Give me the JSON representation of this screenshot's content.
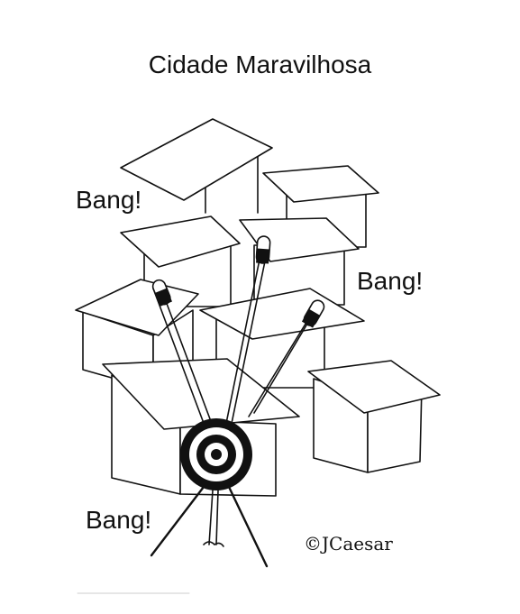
{
  "cartoon": {
    "title": "Cidade Maravilhosa",
    "sound_effects": [
      "Bang!",
      "Bang!",
      "Bang!"
    ],
    "signature": "©JCaesar"
  },
  "colors": {
    "ink": "#111111",
    "paper": "#ffffff"
  }
}
